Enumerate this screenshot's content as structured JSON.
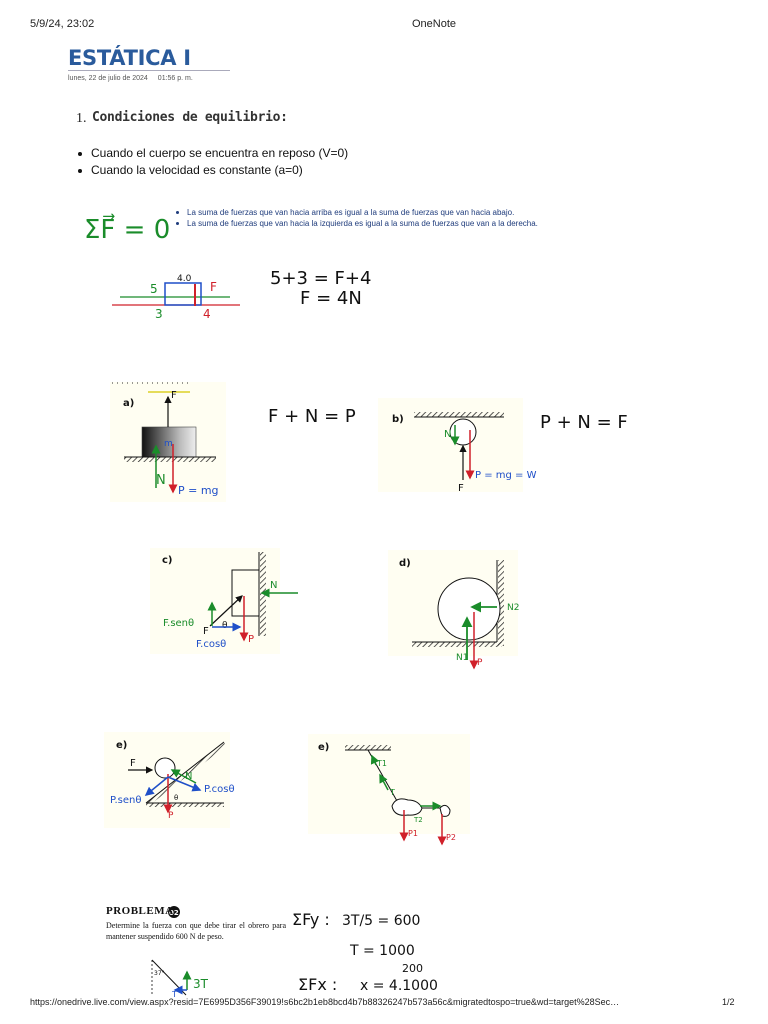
{
  "print_header": {
    "date": "5/9/24, 23:02",
    "app": "OneNote"
  },
  "page": {
    "title": "ESTÁTICA I",
    "date": "lunes, 22 de julio de 2024",
    "time": "01:56 p. m."
  },
  "section": {
    "number": "1.",
    "title": "Condiciones de equilibrio:",
    "bullets": [
      "Cuando el cuerpo se encuentra en reposo (V=0)",
      "Cuando la velocidad es constante (a=0)"
    ]
  },
  "sum_note": {
    "formula": "ΣF⃗ = 0",
    "bullets": [
      "La suma de fuerzas que van hacia arriba es igual a la suma de fuerzas que van hacia abajo.",
      "La suma de fuerzas que van hacia la izquierda es igual a la suma de fuerzas que van a la derecha."
    ]
  },
  "example": {
    "labels": {
      "top": "4.0",
      "left_top": "5",
      "left_bottom": "3",
      "right_top": "F",
      "right_bottom": "4"
    },
    "eq1": "5+3 = F+4",
    "eq2": "F = 4N"
  },
  "diagrams": {
    "a": {
      "label": "a)",
      "force": "F",
      "mass": "m",
      "normal": "N",
      "weight": "P = mg",
      "equation": "F + N = P"
    },
    "b": {
      "label": "b)",
      "normal": "N",
      "weight": "P = mg = W",
      "force": "F",
      "equation": "P + N = F"
    },
    "c": {
      "label": "c)",
      "normal": "N",
      "fsen": "F.senθ",
      "fcos": "F.cosθ",
      "force": "F",
      "angle": "θ",
      "weight": "P"
    },
    "d": {
      "label": "d)",
      "n1": "N1",
      "n2": "N2",
      "weight": "P"
    },
    "e1": {
      "label": "e)",
      "force": "F",
      "normal": "N",
      "psen": "P.senθ",
      "pcos": "P.cosθ",
      "weight": "P",
      "angle": "θ"
    },
    "e2": {
      "label": "e)",
      "t1": "T1",
      "t2": "T2",
      "t": "T",
      "p1": "P1",
      "p2": "P2"
    }
  },
  "problem": {
    "title": "PROBLEMA",
    "number": "02",
    "text": "Determine la fuerza con que debe tirar el obrero para mantener suspendido 600 N de peso.",
    "fig_labels": {
      "angle": "37°",
      "t": "3T",
      "force": "T"
    },
    "eq1_lhs": "ΣFy :",
    "eq1_rhs": "3T/5 = 600",
    "eq2": "T = 1000",
    "eq3_lhs": "ΣFx :",
    "eq3_rhs": "x = 4.1000",
    "eq3_extra": "200"
  },
  "footer": {
    "url": "https://onedrive.live.com/view.aspx?resid=7E6995D356F39019!s6bc2b1eb8bcd4b7b88326247b573a56c&migratedtospo=true&wd=target%28Sec…",
    "page": "1/2"
  },
  "colors": {
    "title": "#2a5b9c",
    "note_text": "#1f3c7c",
    "red": "#d0202a",
    "green": "#1a8c2a",
    "blue": "#1f4fc8"
  }
}
